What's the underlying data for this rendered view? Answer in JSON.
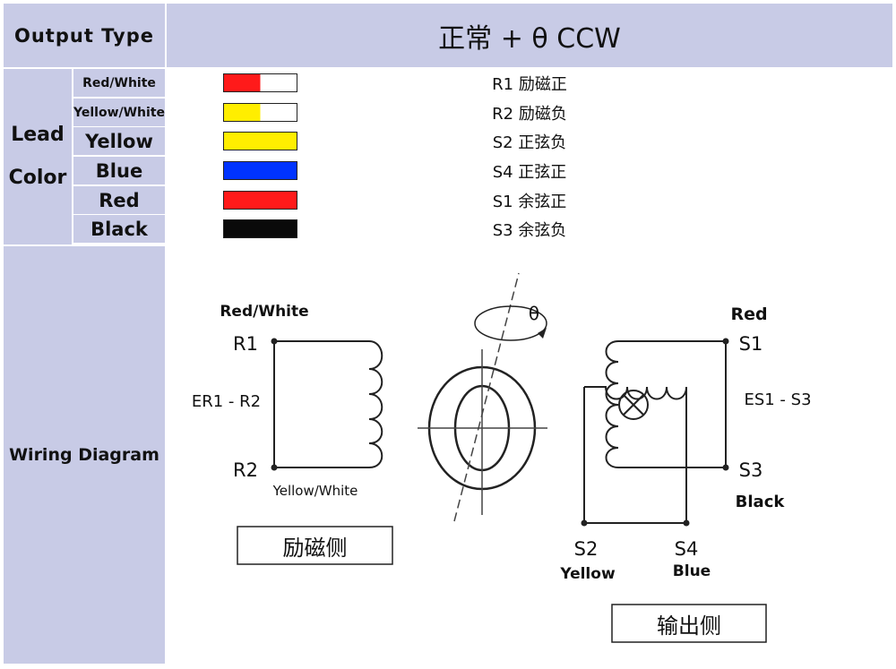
{
  "header": {
    "label": "Output Type",
    "title": "正常 + θ CCW"
  },
  "lead_color": {
    "label_line1": "Lead",
    "label_line2": "Color",
    "rows": [
      {
        "name": "Red/White",
        "signal": "R1 励磁正",
        "color_left": "#ff1a1a",
        "color_right": "#ffffff",
        "split": 0.5
      },
      {
        "name": "Yellow/White",
        "signal": "R2 励磁负",
        "color_left": "#ffee00",
        "color_right": "#ffffff",
        "split": 0.5
      },
      {
        "name": "Yellow",
        "signal": "S2 正弦负",
        "color_left": "#ffee00",
        "color_right": "#ffee00",
        "split": 1
      },
      {
        "name": "Blue",
        "signal": "S4 正弦正",
        "color_left": "#0033ff",
        "color_right": "#0033ff",
        "split": 1
      },
      {
        "name": "Red",
        "signal": "S1 余弦正",
        "color_left": "#ff1a1a",
        "color_right": "#ff1a1a",
        "split": 1
      },
      {
        "name": "Black",
        "signal": "S3 余弦负",
        "color_left": "#0a0a0a",
        "color_right": "#0a0a0a",
        "split": 1
      }
    ]
  },
  "wiring": {
    "label": "Wiring Diagram",
    "excitation": {
      "top_lead": "Red/White",
      "r1": "R1",
      "r2": "R2",
      "voltage": "ER1 - R2",
      "bottom_lead": "Yellow/White",
      "box_label": "励磁侧"
    },
    "rotor": {
      "angle_symbol": "θ"
    },
    "output": {
      "top_lead": "Red",
      "s1": "S1",
      "s3": "S3",
      "voltage": "ES1 - S3",
      "s3_lead": "Black",
      "s2": "S2",
      "s4": "S4",
      "s2_lead": "Yellow",
      "s4_lead": "Blue",
      "box_label": "输出侧"
    }
  }
}
